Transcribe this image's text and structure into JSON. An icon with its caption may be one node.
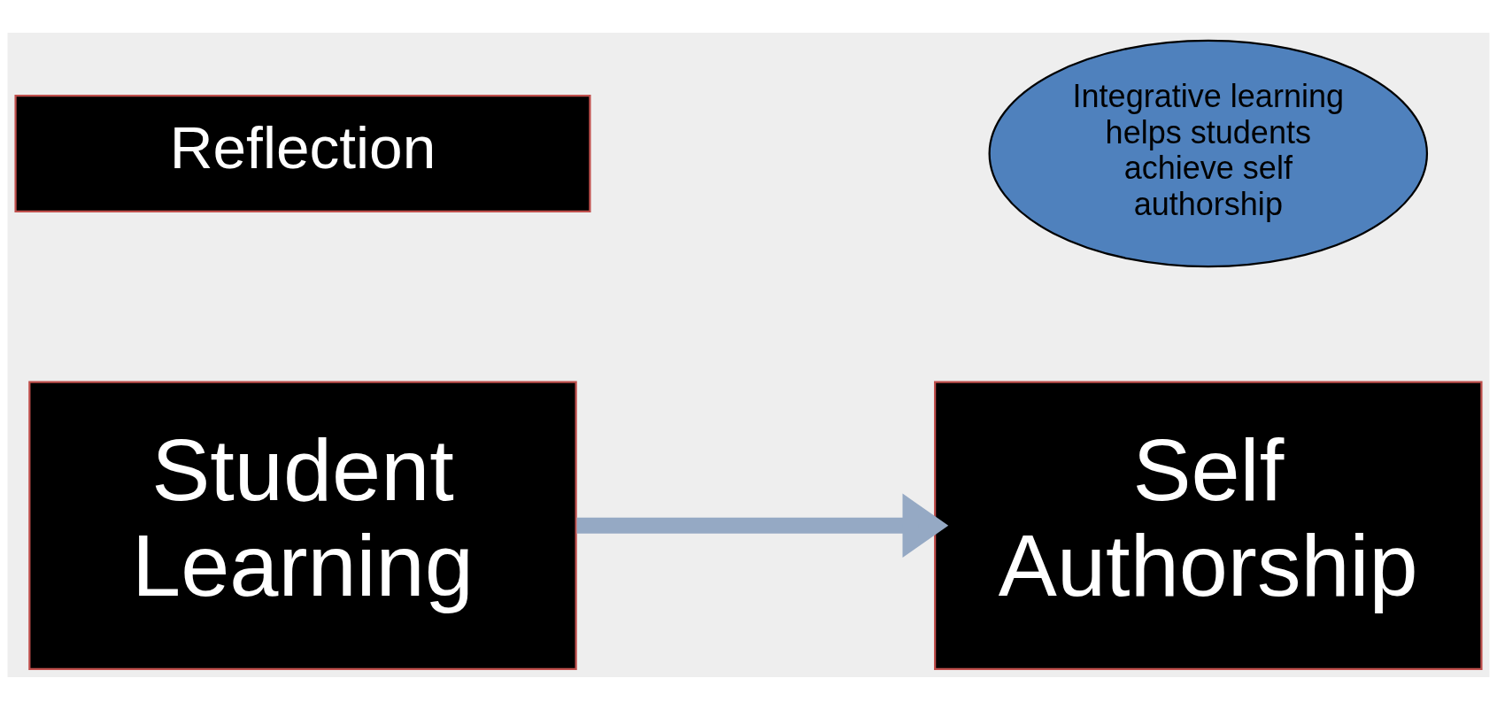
{
  "diagram": {
    "nodes": [
      {
        "text": [
          "Reflection"
        ]
      },
      {
        "text": [
          "Student Learning"
        ]
      },
      {
        "text": [
          "Self Authorship"
        ]
      },
      {
        "text": [
          "Integrative learning helps students achieve self authorship"
        ]
      }
    ],
    "edges": [
      {
        "from": 1,
        "to": 2,
        "arrow": "to"
      }
    ]
  }
}
